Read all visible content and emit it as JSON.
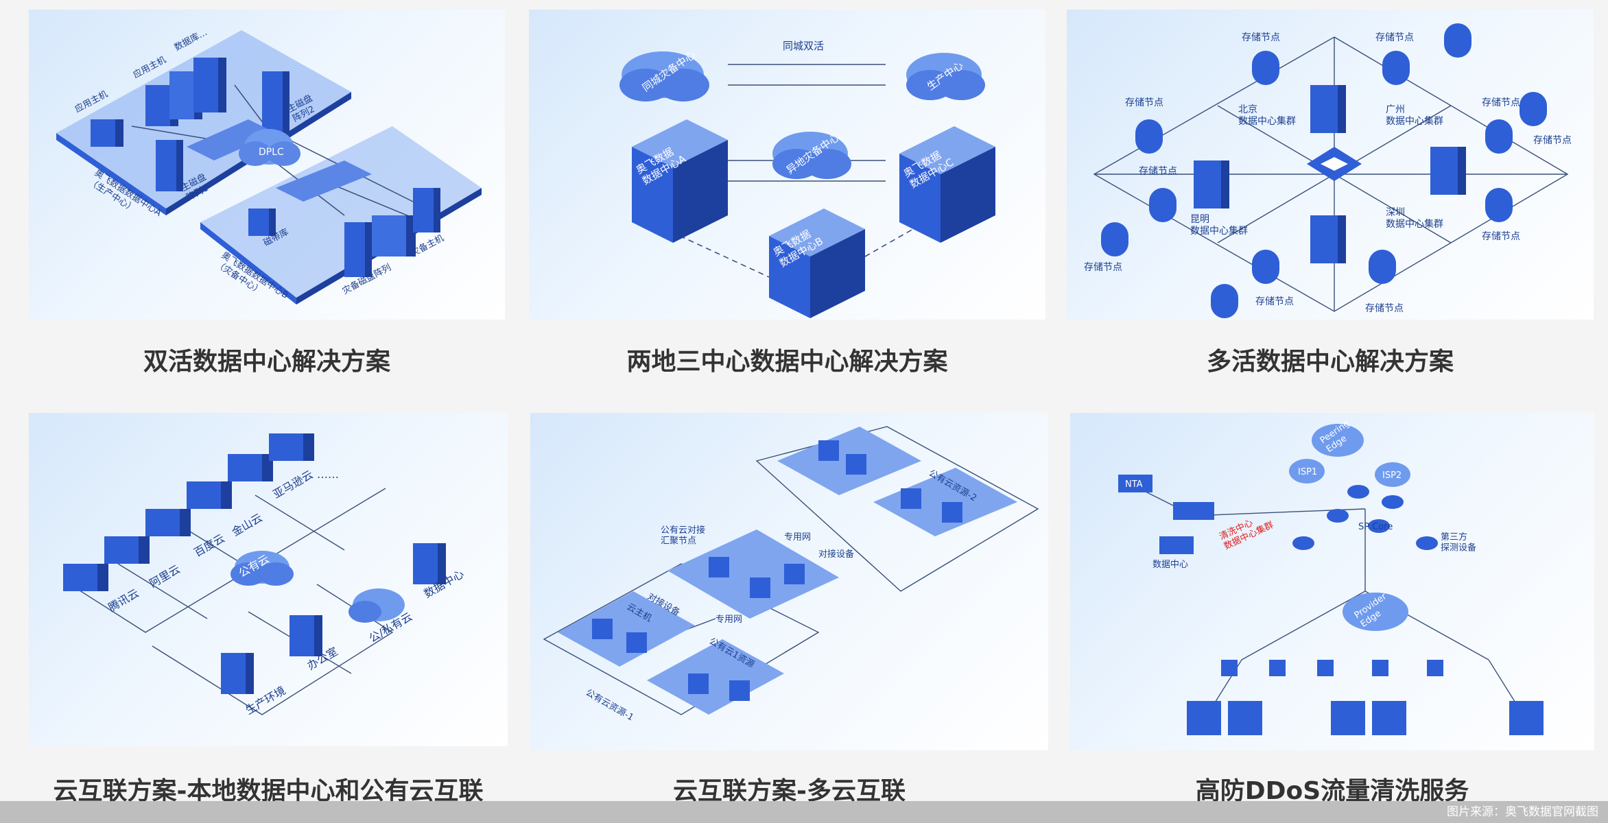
{
  "colors": {
    "accent": "#2f5fd6",
    "accent_dark": "#1d3f9e",
    "accent_light": "#7fa5ef",
    "text": "#333333",
    "label": "#1d3f8f",
    "alert": "#e02020"
  },
  "cards": [
    {
      "caption": "双活数据中心解决方案",
      "labels": {
        "app_host_a": "应用主机",
        "app_host_b": "应用主机",
        "database": "数据库…",
        "main_array_2": "主磁盘\n阵列2",
        "main_array_1": "主磁盘\n阵列1",
        "dplc": "DPLC",
        "center_a": "奥飞数据数据中心A\n（生产中心）",
        "tape": "磁带库",
        "center_b": "奥飞数据数据中心B\n（灾备中心）",
        "backup_array": "灾备磁盘阵列",
        "backup_host": "灾备主机"
      }
    },
    {
      "caption": "两地三中心数据中心解决方案",
      "labels": {
        "same_city_live": "同城双活",
        "same_city_backup": "同城灾备中心",
        "production": "生产中心",
        "remote_backup": "异地灾备中心",
        "dc_a": "奥飞数据\n数据中心A",
        "dc_b": "奥飞数据\n数据中心B",
        "dc_c": "奥飞数据\n数据中心C"
      }
    },
    {
      "caption": "多活数据中心解决方案",
      "labels": {
        "storage_node": "存储节点",
        "beijing": "北京\n数据中心集群",
        "guangzhou": "广州\n数据中心集群",
        "kunming": "昆明\n数据中心集群",
        "shenzhen": "深圳\n数据中心集群"
      }
    },
    {
      "caption": "云互联方案-本地数据中心和公有云互联",
      "labels": {
        "tencent": "腾讯云",
        "aliyun": "阿里云",
        "baidu": "百度云",
        "kingsoft": "金山云",
        "amazon": "亚马逊云",
        "ellipsis": "……",
        "public_cloud": "公有云",
        "data_center": "数据中心",
        "hybrid": "公/私有云",
        "office": "办公室",
        "production_env": "生产环境"
      }
    },
    {
      "caption": "云互联方案-多云互联",
      "labels": {
        "resource_2": "公有云资源-2",
        "hub": "公有云对接\n汇聚节点",
        "dock_a": "对接设备",
        "dock_b": "对接设备",
        "private_a": "专用网",
        "private_b": "专用网",
        "vm": "云主机",
        "res1": "公有云1资源",
        "resource_1": "公有云资源-1"
      }
    },
    {
      "caption": "高防DDoS流量清洗服务",
      "labels": {
        "peering": "Peering\nEdge",
        "isp1": "ISP1",
        "isp2": "ISP2",
        "nta": "NTA",
        "scrub": "清洗中心\n数据中心集群",
        "sp_core": "SP Core",
        "third": "第三方\n探测设备",
        "dc": "数据中心",
        "provider": "Provider\nEdge"
      }
    }
  ],
  "footer": {
    "credit": "图片来源：奥飞数据官网截图"
  }
}
